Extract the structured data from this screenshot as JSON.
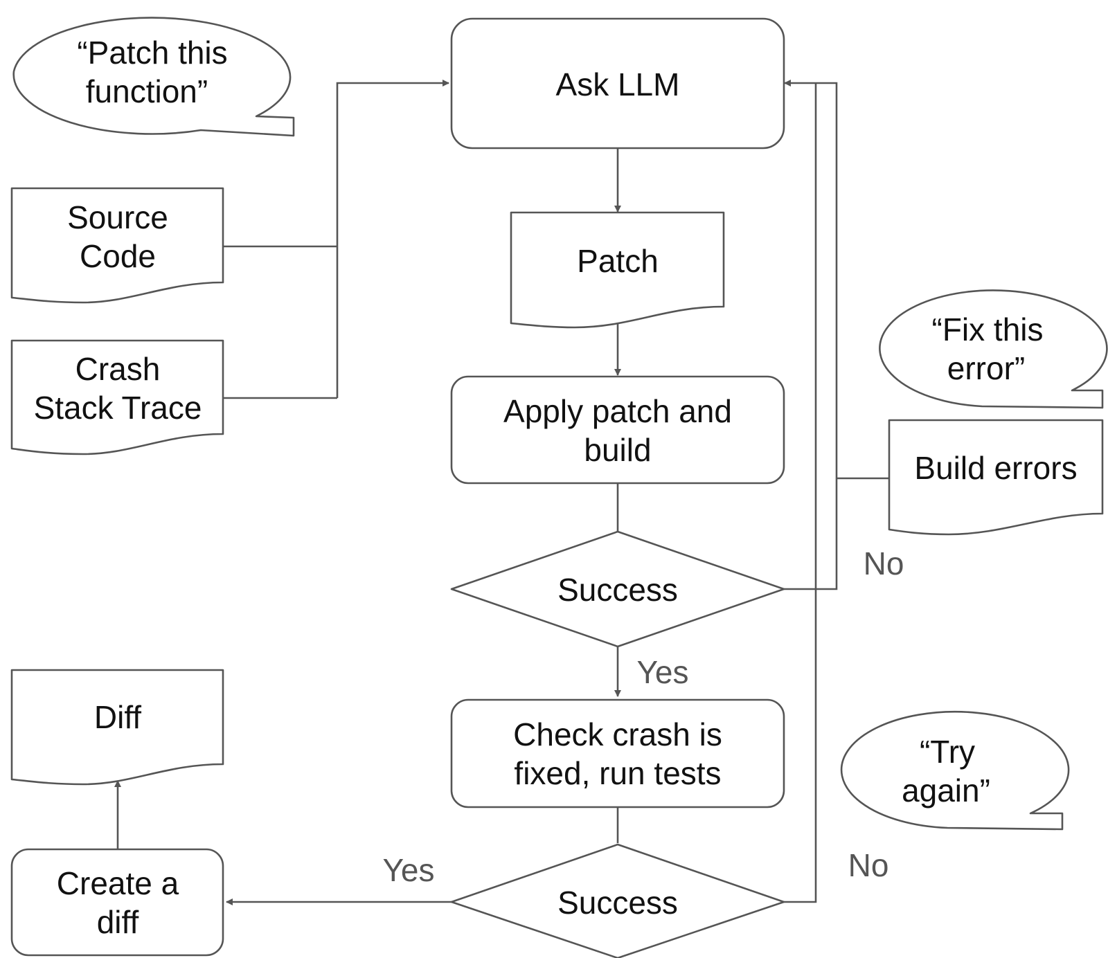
{
  "colors": {
    "stroke": "#555555",
    "text": "#111111",
    "edge_label": "#555555",
    "fill": "#ffffff"
  },
  "nodes": {
    "ask_llm": {
      "label": "Ask LLM"
    },
    "patch": {
      "label": "Patch"
    },
    "apply_build": {
      "line1": "Apply patch and",
      "line2": "build"
    },
    "success_build": {
      "label": "Success"
    },
    "check_crash": {
      "line1": "Check crash is",
      "line2": "fixed, run tests"
    },
    "success_tests": {
      "label": "Success"
    },
    "source_code": {
      "line1": "Source",
      "line2": "Code"
    },
    "crash_trace": {
      "line1": "Crash",
      "line2": "Stack Trace"
    },
    "build_errors": {
      "label": "Build errors"
    },
    "create_diff": {
      "line1": "Create a",
      "line2": "diff"
    },
    "diff": {
      "label": "Diff"
    }
  },
  "bubbles": {
    "patch_function": {
      "line1": "“Patch this",
      "line2": "function”"
    },
    "fix_error": {
      "line1": "“Fix this",
      "line2": "error”"
    },
    "try_again": {
      "line1": "“Try",
      "line2": "again”"
    }
  },
  "edge_labels": {
    "build_no": "No",
    "build_yes": "Yes",
    "tests_yes": "Yes",
    "tests_no": "No"
  }
}
